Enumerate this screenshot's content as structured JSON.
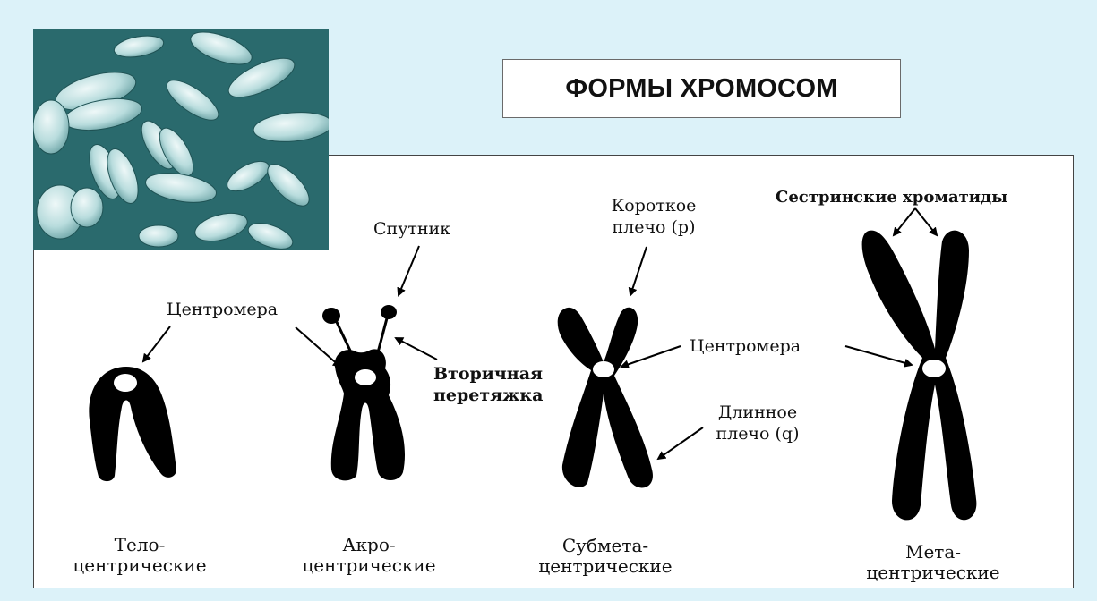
{
  "title": "ФОРМЫ ХРОМОСОМ",
  "labels": {
    "centromere_left": "Центромера",
    "satellite": "Спутник",
    "secondary_constriction_1": "Вторичная",
    "secondary_constriction_2": "перетяжка",
    "short_arm_1": "Короткое",
    "short_arm_2": "плечо (p)",
    "centromere_right": "Центромера",
    "long_arm_1": "Длинное",
    "long_arm_2": "плечо (q)",
    "sister_chromatids": "Сестринские хроматиды"
  },
  "types": [
    {
      "line1": "Тело-",
      "line2": "центрические"
    },
    {
      "line1": "Акро-",
      "line2": "центрические"
    },
    {
      "line1": "Субмета-",
      "line2": "центрические"
    },
    {
      "line1": "Мета-",
      "line2": "центрические"
    }
  ],
  "colors": {
    "background": "#dcf2f9",
    "chromosome": "#000000",
    "photo_bg": "#2b6d70",
    "photo_chromosome": "#c9e4e6"
  }
}
